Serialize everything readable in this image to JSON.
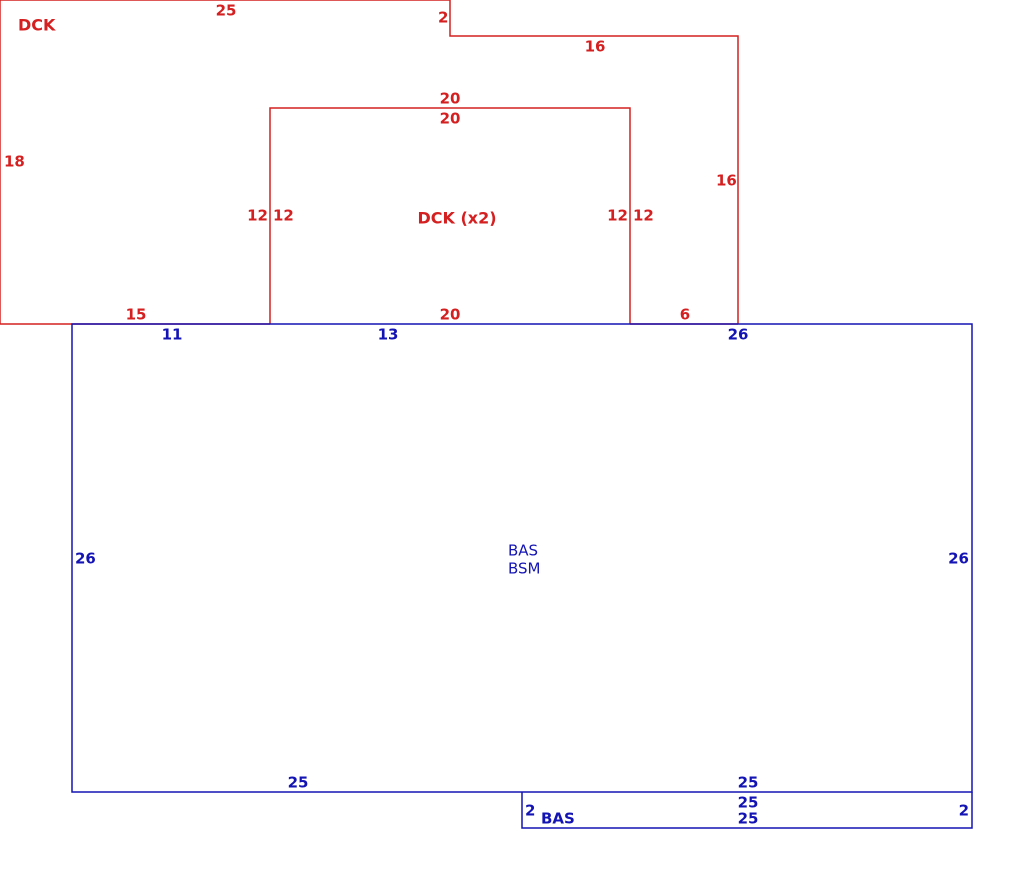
{
  "colors": {
    "deck": "#d42020",
    "basement": "#1414b4"
  },
  "areas": {
    "deck_outer": {
      "name": "DCK",
      "dims": {
        "top": "25",
        "notch_v": "2",
        "upper_right": "16",
        "right": "16",
        "left": "18",
        "bottom_left": "15",
        "bottom_right": "6"
      }
    },
    "deck_inner": {
      "name": "DCK (x2)",
      "dims": {
        "top_out": "20",
        "top_in": "20",
        "left_out": "12",
        "left_in": "12",
        "right_in": "12",
        "right_out": "12",
        "bottom": "20"
      }
    },
    "basement": {
      "name_1": "BAS",
      "name_2": "BSM",
      "dims": {
        "top_left": "11",
        "top_mid": "13",
        "top_right": "26",
        "left": "26",
        "right": "26",
        "bottom_left": "25",
        "bottom_right": "25"
      }
    },
    "bas_strip": {
      "name": "BAS",
      "dims": {
        "top": "25",
        "bottom": "25",
        "left": "2",
        "right": "2"
      }
    }
  }
}
